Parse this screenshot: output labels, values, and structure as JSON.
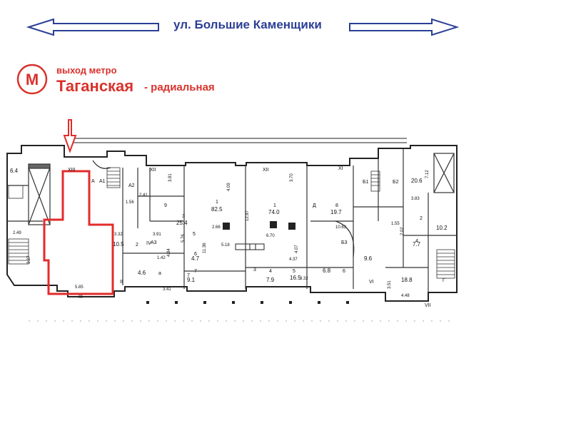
{
  "header": {
    "street_name": "ул. Большие Каменщики",
    "arrow_color": "#2b3f95"
  },
  "metro": {
    "logo_letter": "М",
    "exit_label": "выход метро",
    "station_name": "Таганская",
    "line_label": "- радиальная",
    "accent_color": "#d9322c"
  },
  "floor_plan": {
    "highlight_color": "#e32b2b",
    "roman_numerals": [
      "XIII",
      "XII",
      "XII",
      "XI",
      "II",
      "III",
      "IV",
      "VI",
      "VII"
    ],
    "room_labels": [
      "A",
      "A1",
      "A2",
      "A3",
      "Б1",
      "Б2",
      "Б3",
      "Г",
      "Д",
      "a"
    ],
    "room_numbers": [
      "1",
      "1",
      "2",
      "2",
      "3",
      "4",
      "5",
      "6",
      "7",
      "8",
      "9",
      "3",
      "4",
      "5",
      "6",
      "7"
    ],
    "areas": [
      "6.4",
      "20.6",
      "10.2",
      "82.5",
      "74.0",
      "19.7",
      "25.4",
      "4.6",
      "4.7",
      "9.1",
      "9.6",
      "7.7",
      "16.5",
      "7.9",
      "18.8",
      "6.8",
      "10.5"
    ],
    "dimensions": [
      "5.85",
      "3.32",
      "3.27",
      "2.49",
      "2.41",
      "1.56",
      "3.81",
      "4.09",
      "3.70",
      "12.87",
      "2.66",
      "6.70",
      "5.18",
      "10.63",
      "3.91",
      "4.84",
      "4.37",
      "4.07",
      "2.02",
      "1.55",
      "3.83",
      "7.12",
      "4.48",
      "3.51",
      "3.41",
      "1.42",
      "5.76",
      "11.36",
      "3.32"
    ]
  }
}
